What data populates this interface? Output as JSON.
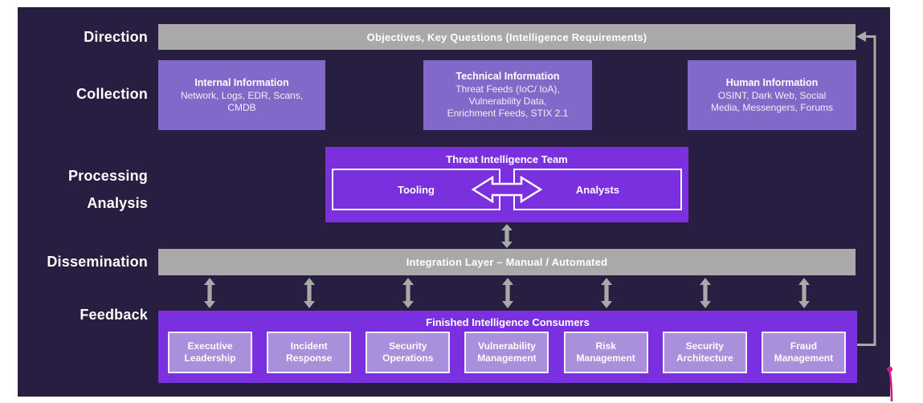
{
  "colors": {
    "background": "#ffffff",
    "canvas_bg": "#271e42",
    "gray_bar": "#a9a9a9",
    "purple_bright": "#7b30e0",
    "purple_medium": "#8269c9",
    "purple_light": "#a98fdc",
    "text": "#ffffff",
    "cursor_pink": "#c71d87"
  },
  "stages": {
    "direction": "Direction",
    "collection": "Collection",
    "processing": "Processing",
    "analysis": "Analysis",
    "dissemination": "Dissemination",
    "feedback": "Feedback"
  },
  "direction_bar": "Objectives, Key Questions (Intelligence Requirements)",
  "collection_boxes": [
    {
      "title": "Internal Information",
      "body": "Network, Logs, EDR, Scans,\nCMDB"
    },
    {
      "title": "Technical Information",
      "body": "Threat Feeds (IoC/ IoA),\nVulnerability Data,\nEnrichment Feeds, STIX 2.1"
    },
    {
      "title": "Human Information",
      "body": "OSINT, Dark Web, Social\nMedia, Messengers, Forums"
    }
  ],
  "team": {
    "title": "Threat Intelligence Team",
    "left_box": "Tooling",
    "right_box": "Analysts"
  },
  "integration_bar": "Integration Layer – Manual / Automated",
  "consumers": {
    "title": "Finished Intelligence Consumers",
    "items": [
      "Executive Leadership",
      "Incident Response",
      "Security Operations",
      "Vulnerability Management",
      "Risk Management",
      "Security Architecture",
      "Fraud Management"
    ]
  }
}
